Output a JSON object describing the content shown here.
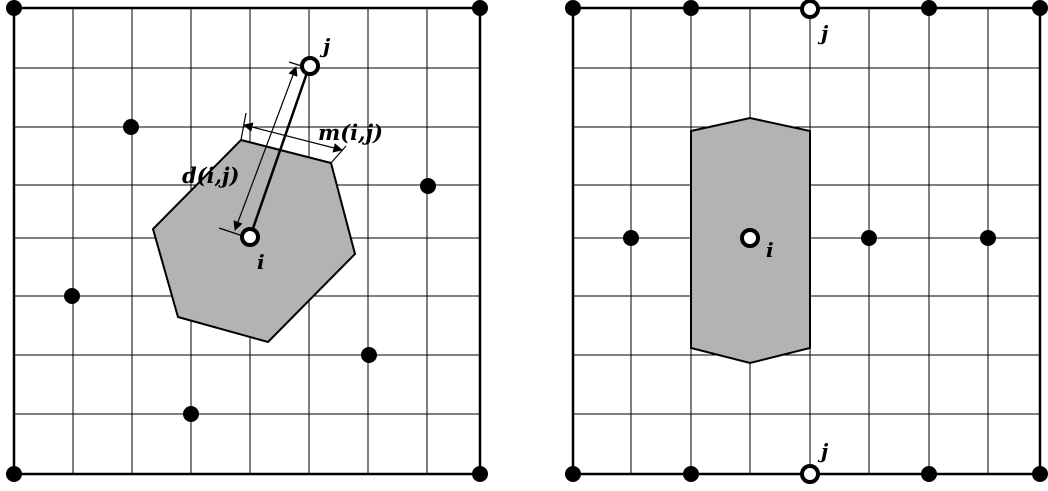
{
  "labels": {
    "i": "i",
    "j": "j",
    "d_ij": "d(i,j)",
    "m_ij": "m(i,j)"
  },
  "colors": {
    "cell_fill": "#b3b3b3",
    "stroke": "#000000",
    "background": "#ffffff"
  }
}
